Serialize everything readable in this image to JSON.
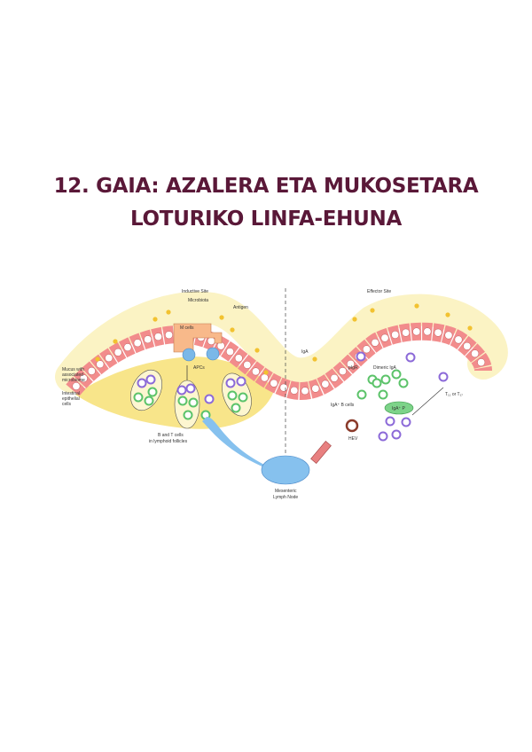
{
  "title": {
    "line1": "12. GAIA: AZALERA ETA MUKOSETARA",
    "line2": "LOTURIKO LINFA-EHUNA"
  },
  "colors": {
    "title": "#5a1838",
    "mucus": "#fbf3c4",
    "lamina": "#f8e58a",
    "epithelium": "#f28c8c",
    "m_cell": "#f8b98a",
    "apc": "#7ab8e8",
    "lymph_node": "#86c1ee",
    "b_cell": "#7dd389",
    "t_cell": "#a68be0",
    "bacteria": "#f2c230"
  },
  "figure": {
    "inductive_site": "Inductive Site",
    "microbiota": "Microbiota",
    "antigen": "Antigen",
    "m_cells": "M cells",
    "apcs": "APCs",
    "mucus_1": "Mucus with",
    "mucus_2": "associated",
    "mucus_3": "microbiome",
    "epi_1": "Intestinal",
    "epi_2": "epithelial",
    "epi_3": "cells",
    "follicles_1": "B and T cells",
    "follicles_2": "in lymphoid follicles",
    "node_1": "Mesenteric",
    "node_2": "Lymph Node",
    "effector_site": "Effector Site",
    "iga": "IgA",
    "pigr": "pIgR",
    "dimeric_iga": "Dimeric IgA",
    "iga_b_cells": "IgA⁺ B cells",
    "iga_pc": "IgA⁺ P",
    "hev": "HEV",
    "t_cells": "T₁₁ or T₁₇"
  }
}
